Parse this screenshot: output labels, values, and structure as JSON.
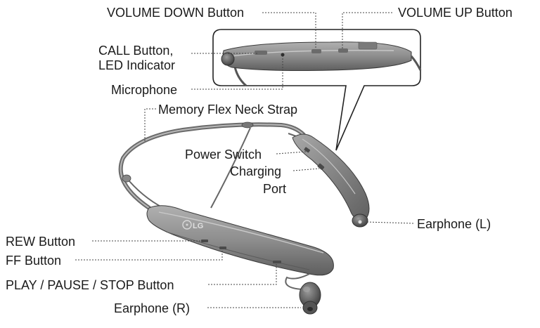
{
  "labels": {
    "volume_down": "VOLUME DOWN Button",
    "volume_up": "VOLUME UP Button",
    "call_button": "CALL Button,",
    "led_indicator": "LED Indicator",
    "microphone": "Microphone",
    "neck_strap": "Memory Flex Neck Strap",
    "power_switch": "Power Switch",
    "charging": "Charging",
    "port": "Port",
    "earphone_l": "Earphone (L)",
    "rew_button": "REW Button",
    "ff_button": "FF Button",
    "play_pause_stop": "PLAY / PAUSE / STOP Button",
    "earphone_r": "Earphone (R)"
  },
  "logo_text": "LG",
  "colors": {
    "body": "#8a8a8a",
    "body_dark": "#5a5a5a",
    "body_light": "#b5b5b5",
    "leader": "#444444",
    "text": "#1a1a1a"
  }
}
